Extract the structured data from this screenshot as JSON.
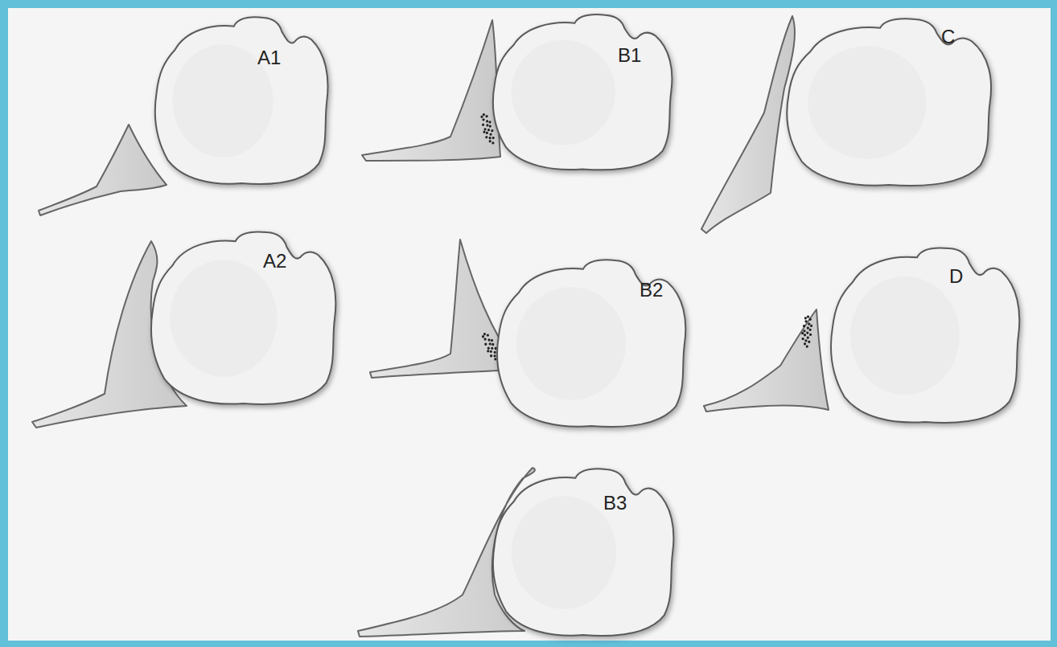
{
  "diagram": {
    "nodes": [
      {
        "text": [
          "A1"
        ]
      },
      {
        "text": [
          "B1"
        ]
      },
      {
        "text": [
          "C"
        ]
      },
      {
        "text": [
          "A2"
        ]
      },
      {
        "text": [
          "B2"
        ]
      },
      {
        "text": [
          "D"
        ]
      },
      {
        "text": [
          "B3"
        ]
      }
    ]
  }
}
